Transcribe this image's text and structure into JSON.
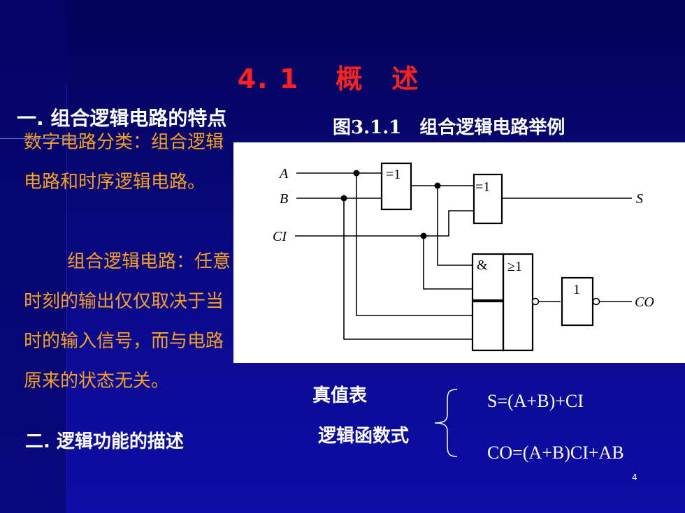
{
  "slide": {
    "title_num": "4. 1",
    "title_text": "概　述",
    "section1_heading": "一. 组合逻辑电路的特点",
    "para1": "数字电路分类：组合逻辑电路和时序逻辑电路。",
    "para2": "组合逻辑电路：任意时刻的输出仅仅取决于当时的输入信号，而与电路原来的状态无关。",
    "section2_heading": "二. 逻辑功能的描述",
    "page_number": "4"
  },
  "figure": {
    "caption_num": "图3.1.1",
    "caption_text": "组合逻辑电路举例",
    "labels": {
      "a": "A",
      "b": "B",
      "ci": "CI",
      "s": "S",
      "co": "CO",
      "xor1": "=1",
      "xor2": "=1",
      "and": "&",
      "or": "≥1",
      "not": "1"
    }
  },
  "description": {
    "truth_table_label": "真值表",
    "logic_function_label": "逻辑函数式",
    "formula_s": "S=(A+B)+CI",
    "formula_co": "CO=(A+B)CI+AB"
  },
  "colors": {
    "background": "#0a0a8a",
    "title": "#ff2020",
    "body_text": "#f4a020",
    "heading": "#ffffff"
  }
}
